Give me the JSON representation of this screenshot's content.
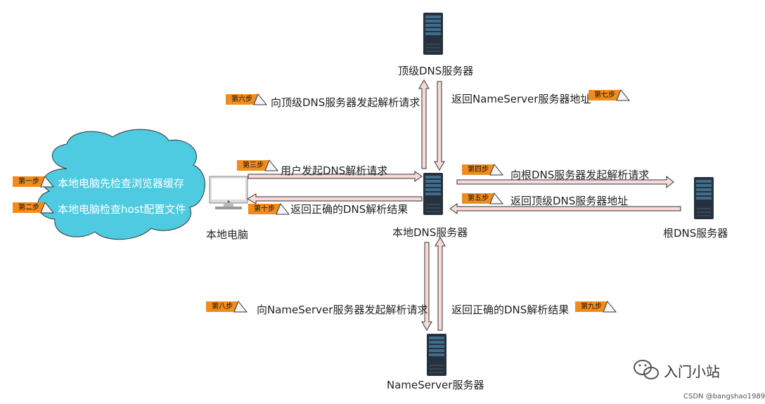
{
  "nodes": {
    "top_dns": "顶级DNS服务器",
    "local_dns": "本地DNS服务器",
    "root_dns": "根DNS服务器",
    "nameserver": "NameServer服务器",
    "local_pc": "本地电脑"
  },
  "cloud": {
    "line1": "本地电脑先检查浏览器缓存",
    "line2": "本地电脑检查host配置文件"
  },
  "steps": {
    "s1": {
      "tag": "第一步"
    },
    "s2": {
      "tag": "第二步"
    },
    "s3": {
      "tag": "第三步",
      "text": "用户发起DNS解析请求"
    },
    "s4": {
      "tag": "第四步",
      "text": "向根DNS服务器发起解析请求"
    },
    "s5": {
      "tag": "第五步",
      "text": "返回顶级DNS服务器地址"
    },
    "s6": {
      "tag": "第六步",
      "text": "向顶级DNS服务器发起解析请求"
    },
    "s7": {
      "tag": "第七步",
      "text": "返回NameServer服务器地址"
    },
    "s8": {
      "tag": "第八步",
      "text": "向NameServer服务器发起解析请求"
    },
    "s9": {
      "tag": "第九步",
      "text": "返回正确的DNS解析结果"
    },
    "s10": {
      "tag": "第十步",
      "text": "返回正确的DNS解析结果"
    }
  },
  "watermark": "入门小站",
  "csdn_credit": "CSDN @bangshao1989",
  "colors": {
    "arrow_fill": "#f9dada",
    "arrow_stroke": "#333333",
    "cloud": "#4ecbe0",
    "tag": "#f08c1e",
    "server": "#26313f"
  }
}
